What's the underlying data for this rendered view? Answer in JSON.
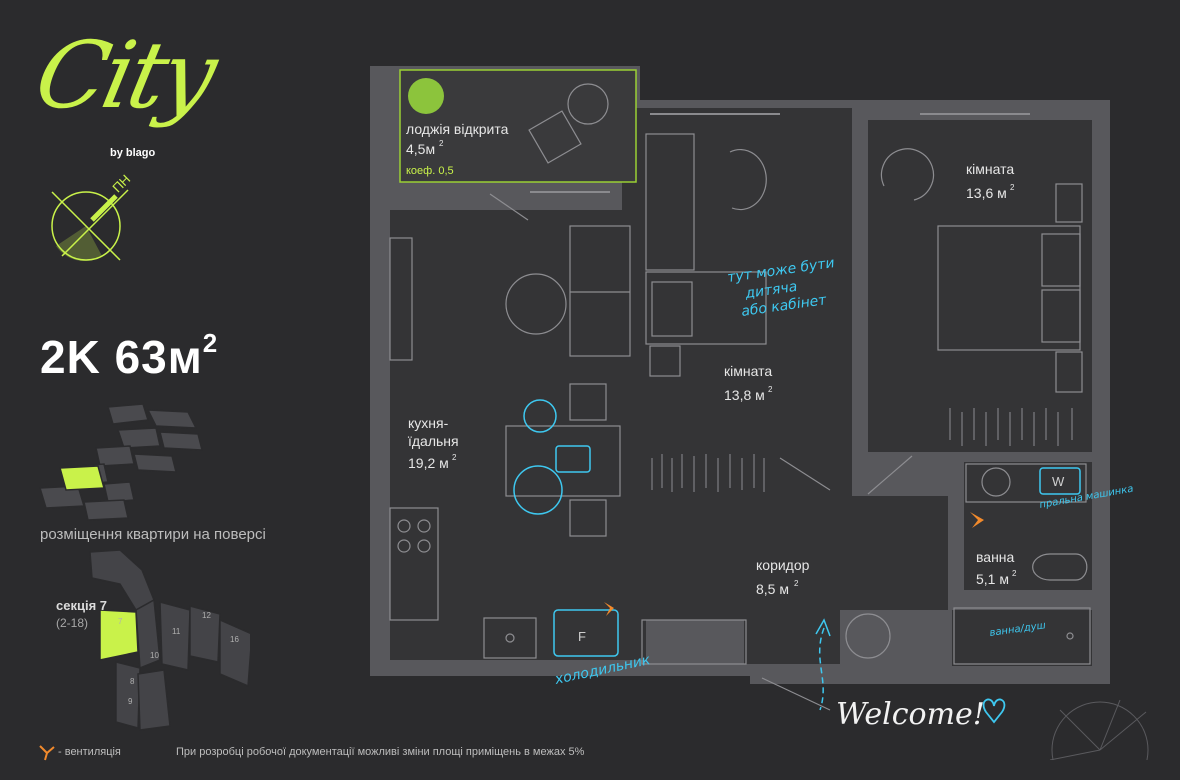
{
  "brand": {
    "logo": "City",
    "sub": "by blago",
    "compass_label": "ПН"
  },
  "apartment": {
    "type": "2K",
    "area": "63м",
    "area_sup": "2"
  },
  "floor_placement": {
    "caption": "розміщення квартири на поверсі"
  },
  "section": {
    "label": "секція 7",
    "sub": "(2-18)",
    "buildings": [
      "7",
      "8",
      "9",
      "10",
      "11",
      "12",
      "16"
    ]
  },
  "rooms": {
    "loggia": {
      "name": "лоджія відкрита",
      "area": "4,5м",
      "sup": "2",
      "coef": "коеф. 0,5"
    },
    "room1": {
      "name": "кімната",
      "area": "13,6 м",
      "sup": "2"
    },
    "room2": {
      "name": "кімната",
      "area": "13,8 м",
      "sup": "2"
    },
    "kitchen": {
      "name1": "кухня-",
      "name2": "їдальня",
      "area": "19,2 м",
      "sup": "2"
    },
    "corridor": {
      "name": "коридор",
      "area": "8,5 м",
      "sup": "2"
    },
    "bath": {
      "name": "ванна",
      "area": "5,1 м",
      "sup": "2"
    }
  },
  "notes": {
    "kids_line1": "тут може бути",
    "kids_line2": "дитяча",
    "kids_line3": "або кабінет",
    "fridge": "холодильник",
    "fridge_letter": "F",
    "washer": "пральна машинка",
    "washer_letter": "W",
    "shower": "ванна/душ",
    "welcome": "Welcome!"
  },
  "legend": {
    "ventilation": "- вентиляція"
  },
  "disclaimer": "При розробці робочої документації можливі зміни площі приміщень в межах 5%",
  "colors": {
    "accent": "#c9f24a",
    "blue": "#3ec8f0",
    "wall": "#58585c",
    "floor": "#343436",
    "bg": "#2b2b2d"
  }
}
